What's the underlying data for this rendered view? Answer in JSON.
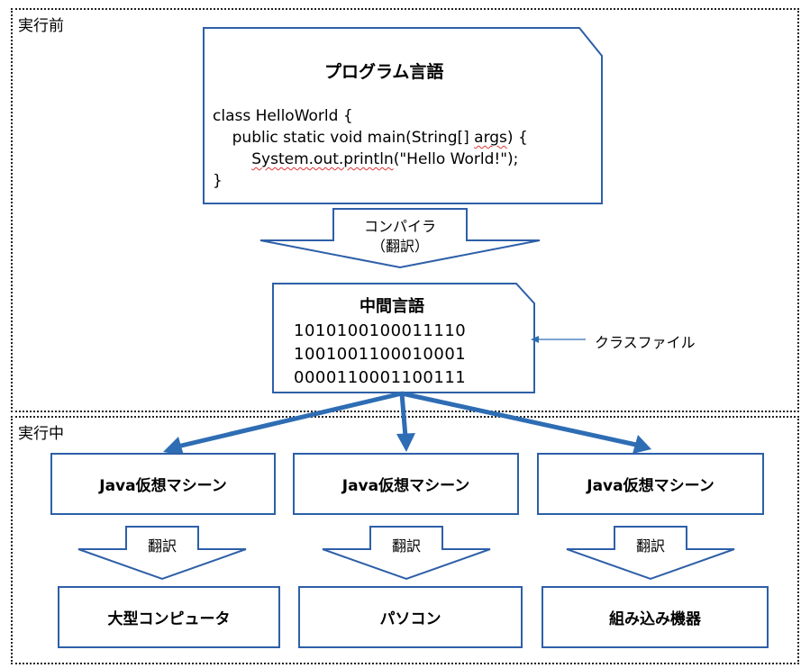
{
  "before_region": {
    "label": "実行前"
  },
  "during_region": {
    "label": "実行中"
  },
  "program_box": {
    "title": "プログラム言語",
    "code_line1": "class HelloWorld {",
    "code_line2_pre": "public static void main(String[] ",
    "code_line2_arg": "args",
    "code_line2_post": ") {",
    "code_line3_pre": "System.out.println",
    "code_line3_post": "(\"Hello World!\");",
    "code_line4": "}"
  },
  "compiler_arrow": {
    "line1": "コンパイラ",
    "line2": "（翻訳）"
  },
  "intermediate_box": {
    "title": "中間言語",
    "bits": [
      "1010100100011110",
      "1001001100010001",
      "0000110001100111"
    ]
  },
  "class_file_label": "クラスファイル",
  "jvm_boxes": [
    "Java仮想マシーン",
    "Java仮想マシーン",
    "Java仮想マシーン"
  ],
  "translate_arrows": [
    "翻訳",
    "翻訳",
    "翻訳"
  ],
  "targets": [
    "大型コンピュータ",
    "パソコン",
    "組み込み機器"
  ],
  "colors": {
    "stroke": "#2e5fa8",
    "arrow_fill": "#2e6db4",
    "region_border": "#222222"
  }
}
